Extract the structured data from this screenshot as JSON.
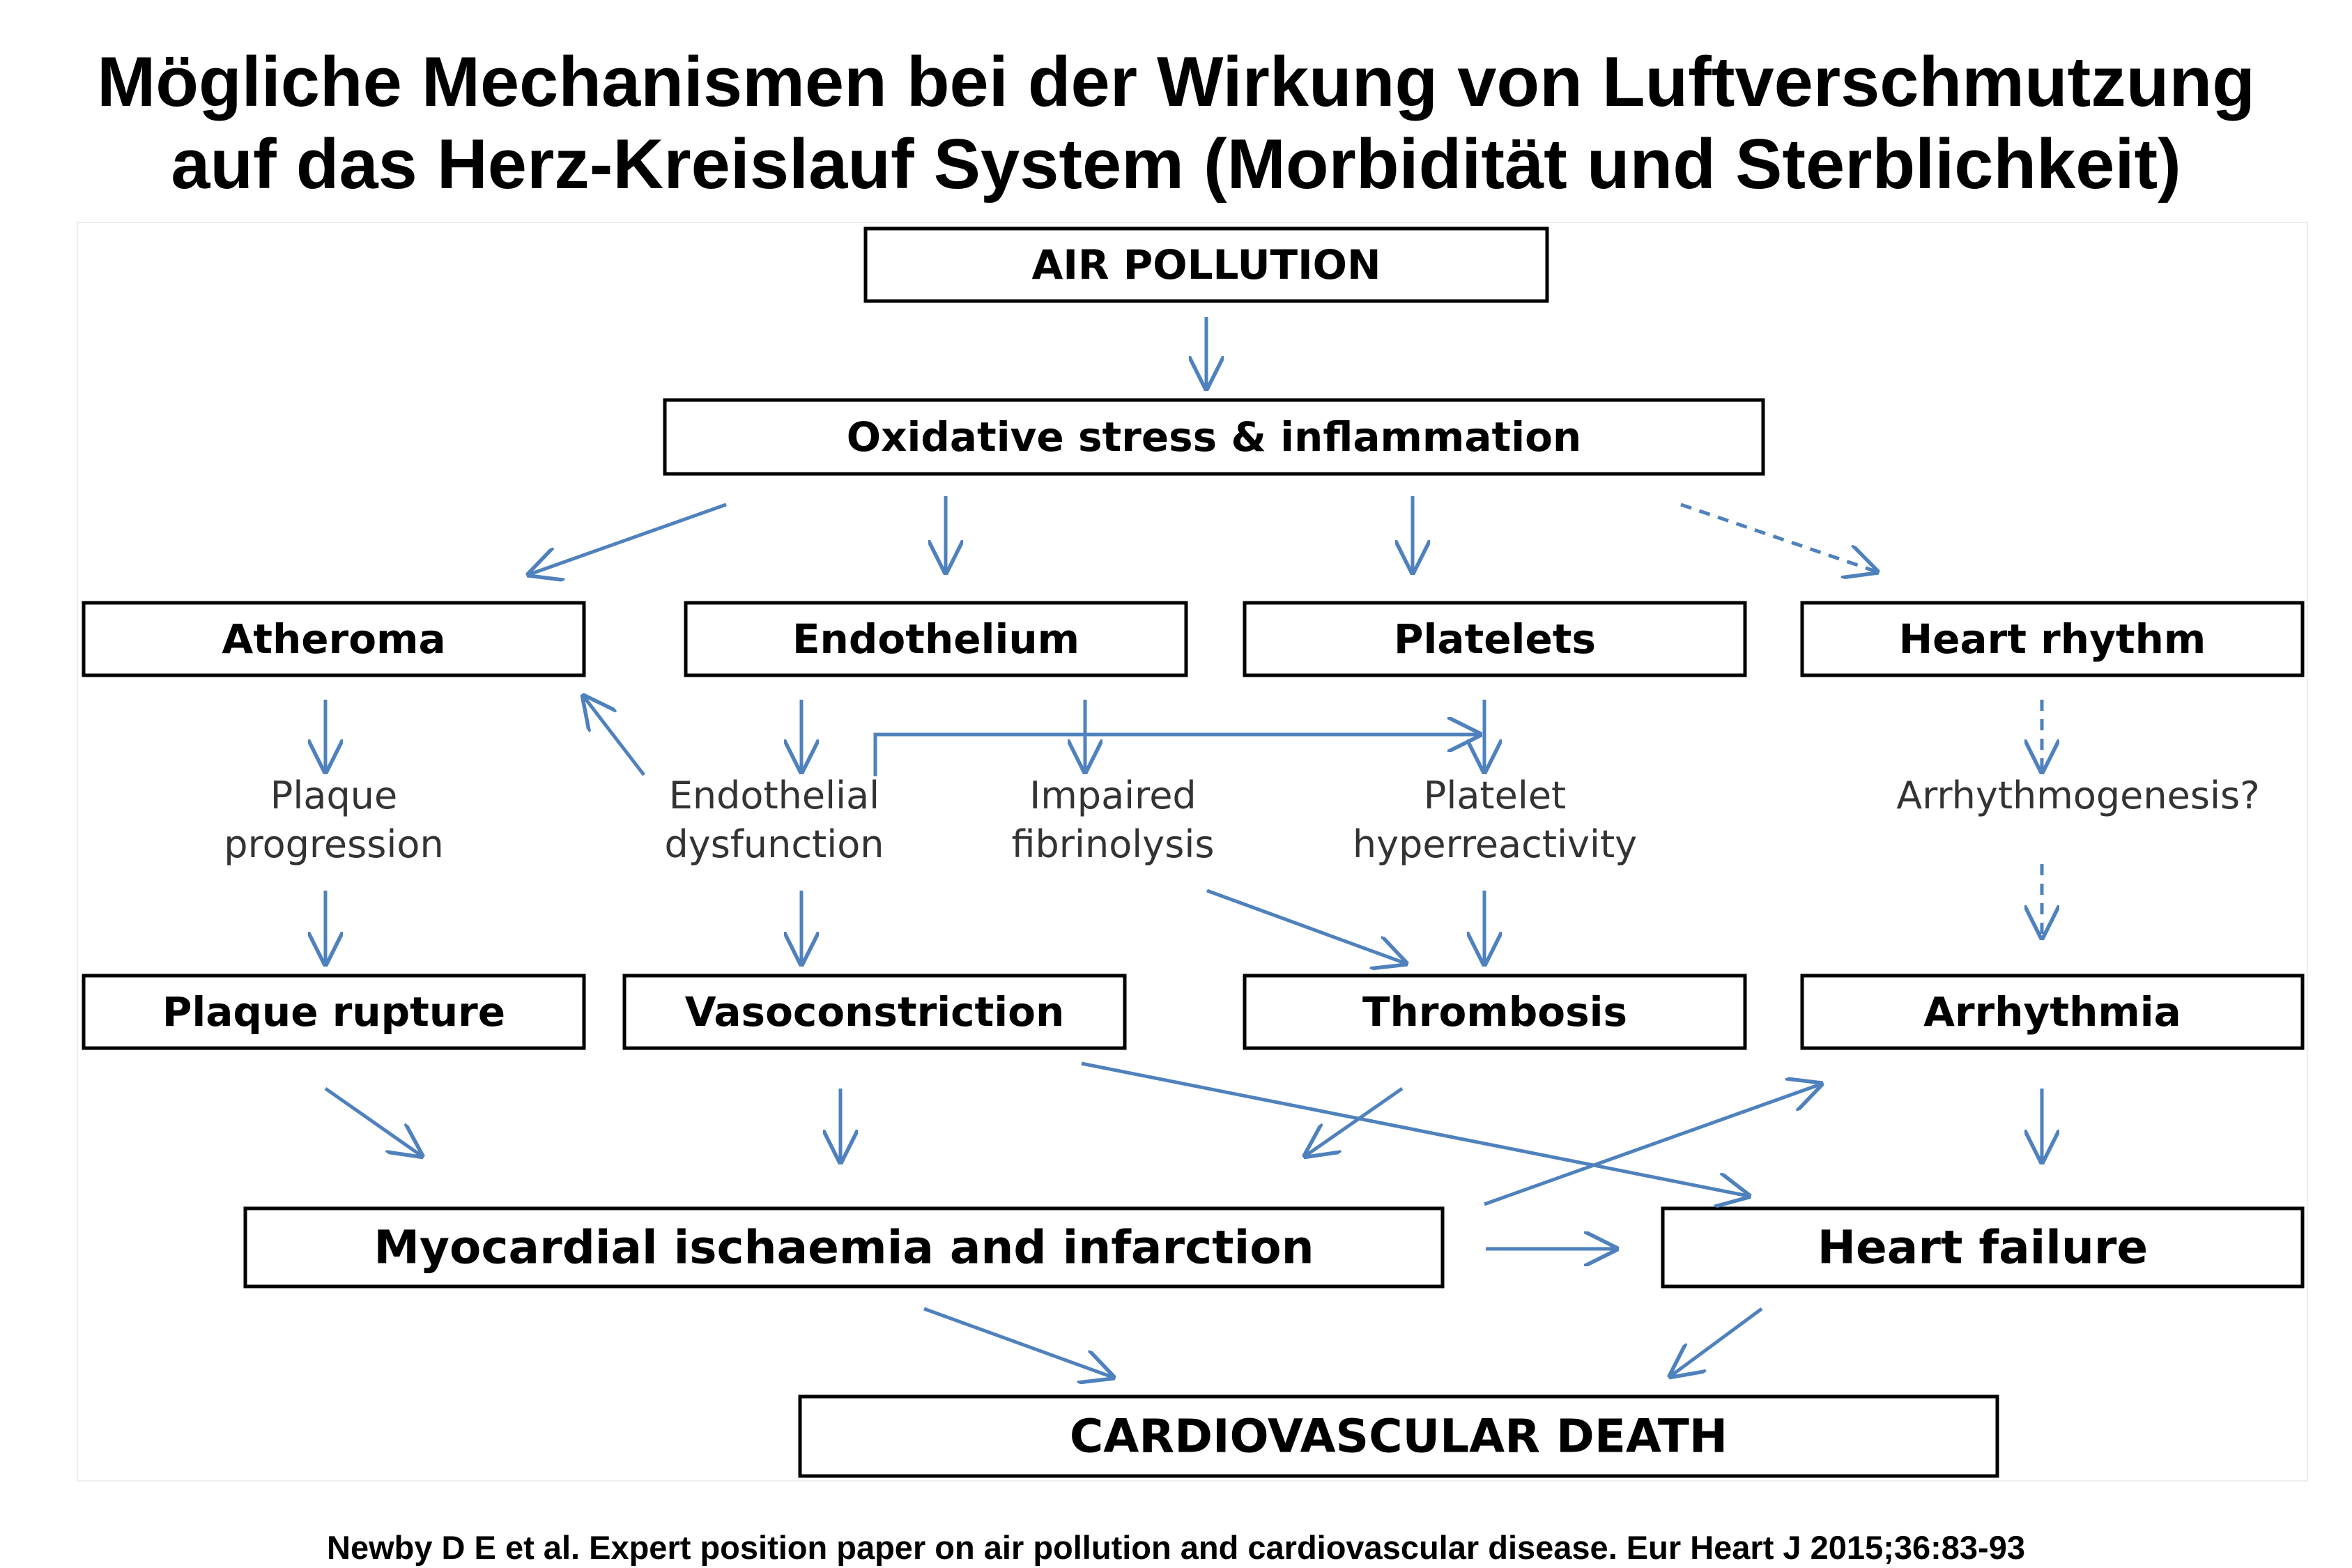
{
  "title": {
    "line1": "Mögliche Mechanismen bei der Wirkung von Luftverschmutzung",
    "line2": "auf das Herz-Kreislauf System (Morbidität und Sterblichkeit)"
  },
  "boxes": {
    "air_pollution": "AIR POLLUTION",
    "oxidative_stress": "Oxidative stress & inflammation",
    "atheroma": "Atheroma",
    "endothelium": "Endothelium",
    "platelets": "Platelets",
    "heart_rhythm": "Heart rhythm",
    "plaque_rupture": "Plaque rupture",
    "vasoconstriction": "Vasoconstriction",
    "thrombosis": "Thrombosis",
    "arrhythmia": "Arrhythmia",
    "myocardial": "Myocardial ischaemia and infarction",
    "heart_failure": "Heart failure",
    "cv_death": "CARDIOVASCULAR DEATH"
  },
  "labels": {
    "plaque_progression": [
      "Plaque",
      "progression"
    ],
    "endothelial_dysfunction": [
      "Endothelial",
      "dysfunction"
    ],
    "impaired_fibrinolysis": [
      "Impaired",
      "fibrinolysis"
    ],
    "platelet_hyperreactivity": [
      "Platelet",
      "hyperreactivity"
    ],
    "arrhythmogenesis": [
      "Arrhythmogenesis?"
    ]
  },
  "citation": "Newby D E et al.  Expert position paper on air pollution and cardiovascular disease. Eur Heart J 2015;36:83-93",
  "colors": {
    "arrow": "#4f81bd",
    "box_border": "#000000"
  }
}
